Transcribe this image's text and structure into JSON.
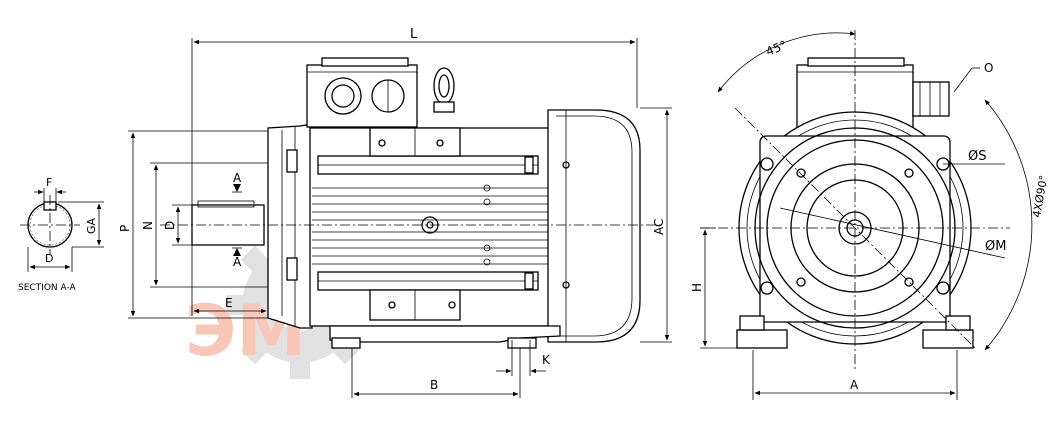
{
  "labels": {
    "L": "L",
    "AC": "AC",
    "P": "P",
    "N": "N",
    "D_front": "D",
    "E": "E",
    "A_top": "A",
    "A_bottom": "A",
    "B": "B",
    "K": "K",
    "H": "H",
    "A_width": "A",
    "angle_45": "45°",
    "O": "O",
    "S": "ØS",
    "M": "ØM",
    "holes": "4XØ90°",
    "F": "F",
    "GA": "GA",
    "D_section": "D",
    "section": "SECTION A-A"
  },
  "watermark": {
    "text": "ЭМ",
    "colors": [
      "#f7a48a",
      "#c9c9c9"
    ]
  }
}
